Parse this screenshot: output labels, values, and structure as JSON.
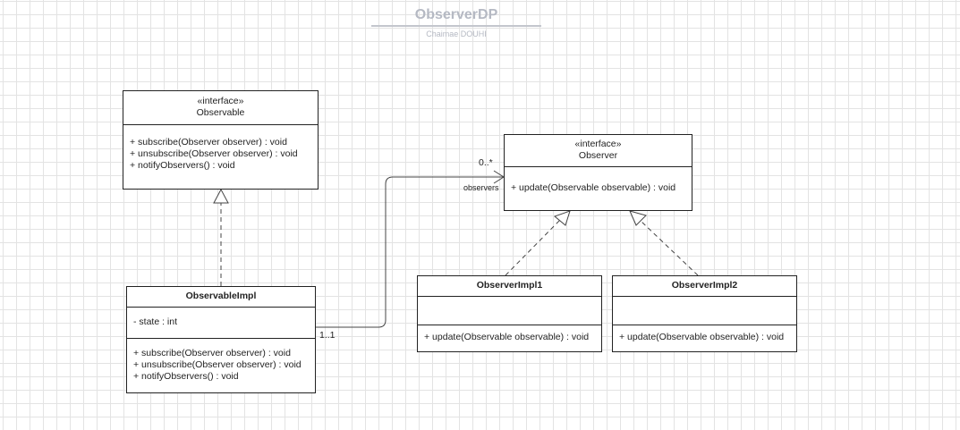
{
  "diagram": {
    "title": "ObserverDP",
    "author": "Chaimae DOUHI"
  },
  "observable": {
    "stereotype": "«interface»",
    "name": "Observable",
    "methods": [
      "+ subscribe(Observer observer) : void",
      "+ unsubscribe(Observer observer) : void",
      "+ notifyObservers() : void"
    ]
  },
  "observer": {
    "stereotype": "«interface»",
    "name": "Observer",
    "methods": [
      "+ update(Observable observable) : void"
    ]
  },
  "observable_impl": {
    "name": "ObservableImpl",
    "attributes": [
      "- state : int"
    ],
    "methods": [
      "+ subscribe(Observer observer) :  void",
      "+ unsubscribe(Observer observer) : void",
      "+ notifyObservers() : void"
    ]
  },
  "observer_impl1": {
    "name": "ObserverImpl1",
    "methods": [
      "+ update(Observable observable) : void"
    ]
  },
  "observer_impl2": {
    "name": "ObserverImpl2",
    "methods": [
      "+ update(Observable observable) : void"
    ]
  },
  "association": {
    "target_multiplicity": "0..*",
    "target_role": "observers",
    "source_multiplicity": "1..1"
  }
}
